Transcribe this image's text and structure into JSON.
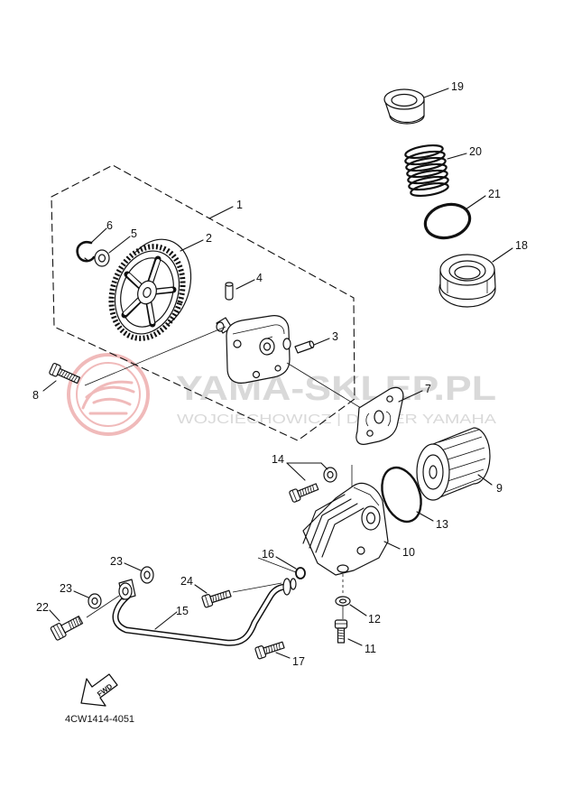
{
  "watermark": {
    "brand": "YAMA-SKLEP.PL",
    "tagline": "WOJCIECHOWICZ | DEALER YAMAHA"
  },
  "callouts": {
    "c1": "1",
    "c2": "2",
    "c3": "3",
    "c4": "4",
    "c5": "5",
    "c6": "6",
    "c7": "7",
    "c8": "8",
    "c9": "9",
    "c10": "10",
    "c11": "11",
    "c12": "12",
    "c13": "13",
    "c14": "14",
    "c15": "15",
    "c16": "16",
    "c17": "17",
    "c18": "18",
    "c19": "19",
    "c20": "20",
    "c21": "21",
    "c22": "22",
    "c23a": "23",
    "c23b": "23",
    "c24": "24"
  },
  "fwd_label": "FWD",
  "diagram_code": "4CW1414-4051",
  "colors": {
    "line": "#111111",
    "background": "#ffffff",
    "watermark_text": "#d9d9d9",
    "watermark_logo": "#efb3b3"
  }
}
